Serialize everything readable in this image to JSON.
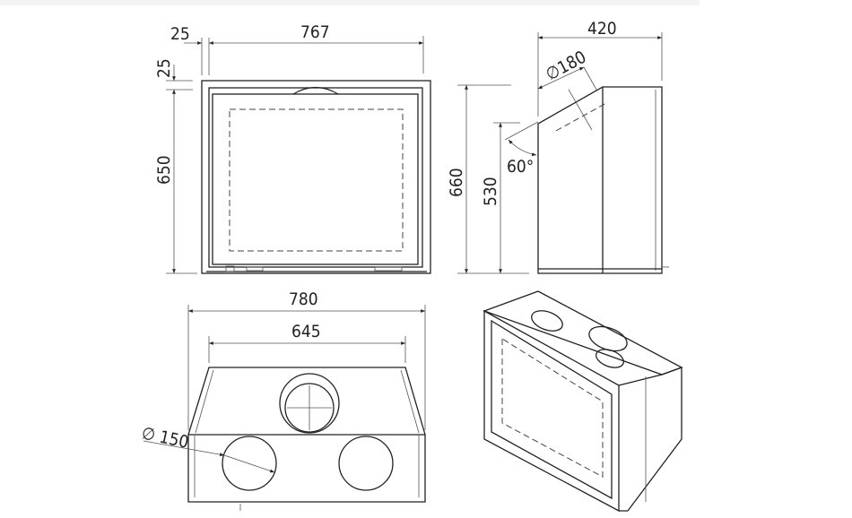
{
  "front_view": {
    "width_total": "767",
    "frame_side": "25",
    "frame_top": "25",
    "height": "650"
  },
  "side_view": {
    "height_total": "660",
    "height_front": "530",
    "depth": "420",
    "flue_diameter": "∅180",
    "angle": "60°"
  },
  "top_view": {
    "width_outer": "780",
    "width_inner": "645",
    "duct_diameter": "∅ 150"
  },
  "colors": {
    "line": "#222222",
    "background": "#ffffff"
  }
}
